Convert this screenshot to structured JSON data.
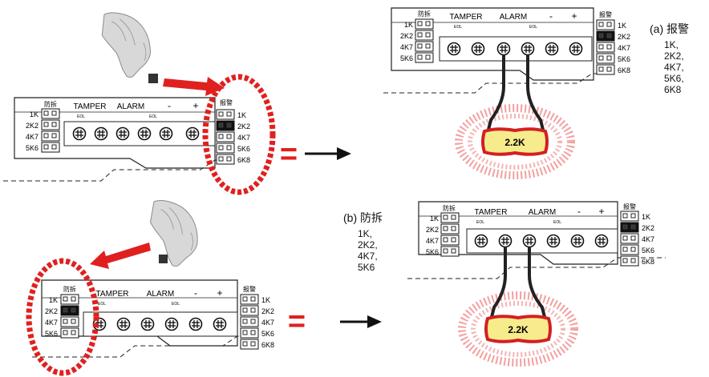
{
  "labels": {
    "tamper": "TAMPER",
    "alarm": "ALARM",
    "eol": "EOL",
    "minus": "-",
    "plus": "+",
    "tamper_zh": "防拆",
    "alarm_zh": "报警",
    "eq": "="
  },
  "resistor_options": [
    "1K",
    "2K2",
    "4K7",
    "5K6",
    "6K8"
  ],
  "resistor_value": "2.2K",
  "note_a": {
    "heading": "(a) 报警",
    "items": [
      "1K,",
      "2K2,",
      "4K7,",
      "5K6,",
      "6K8"
    ]
  },
  "note_b": {
    "heading": "(b) 防拆",
    "items": [
      "1K,",
      "2K2,",
      "4K7,",
      "5K6"
    ]
  },
  "colors": {
    "highlight": "#e0201e",
    "glow": "#f2a0a0",
    "resistor_fill": "#f6ec8c",
    "resistor_border": "#d41f22",
    "jumper": "#111111"
  },
  "icons": [
    "hand-icon",
    "arrow-right-icon",
    "screw-terminal-icon",
    "resistor-icon"
  ]
}
